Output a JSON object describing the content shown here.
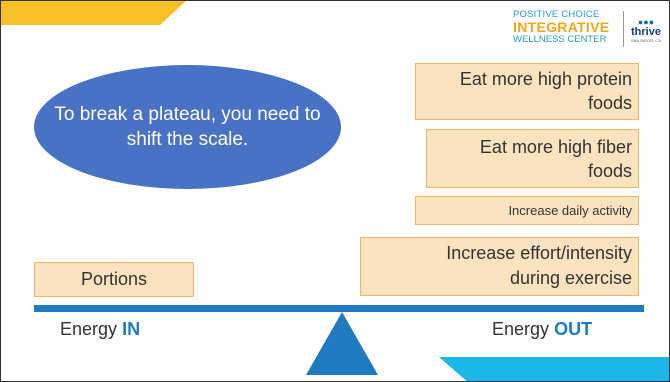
{
  "logo": {
    "line1": "POSITIVE CHOICE",
    "line2": "INTEGRATIVE",
    "line3": "WELLNESS CENTER",
    "brand": "thrive",
    "brand_sub": "SAN DIEGO, CA",
    "brand_icon": "people-icon"
  },
  "bubble": {
    "text": "To break a plateau, you need to shift the scale."
  },
  "out_items": {
    "protein_line1": "Eat more high protein",
    "protein_line2": "foods",
    "fiber_line1": "Eat more high fiber",
    "fiber_line2": "foods",
    "activity": "Increase daily activity",
    "effort_line1": "Increase effort/intensity",
    "effort_line2": "during exercise"
  },
  "in_items": {
    "portions": "Portions"
  },
  "labels": {
    "energy_prefix_in": "Energy",
    "energy_in": "IN",
    "energy_prefix_out": "Energy",
    "energy_out": "OUT"
  },
  "colors": {
    "accent_yellow": "#f6c026",
    "accent_cyan": "#1ab7ea",
    "bubble_blue": "#4a72c4",
    "box_fill": "#fbe3c0",
    "box_border": "#f2b66a",
    "scale_blue": "#1f7abf"
  }
}
